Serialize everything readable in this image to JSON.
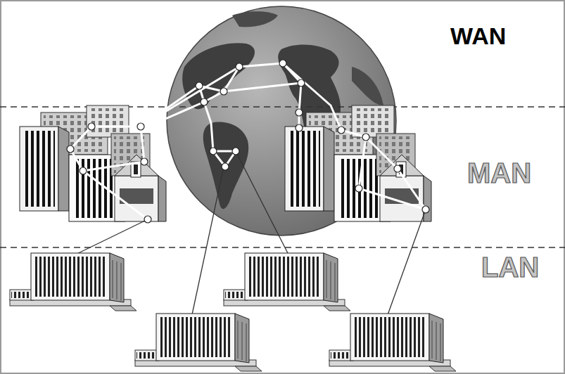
{
  "diagram": {
    "labels": [
      "WAN",
      "MAN",
      "LAN"
    ]
  }
}
